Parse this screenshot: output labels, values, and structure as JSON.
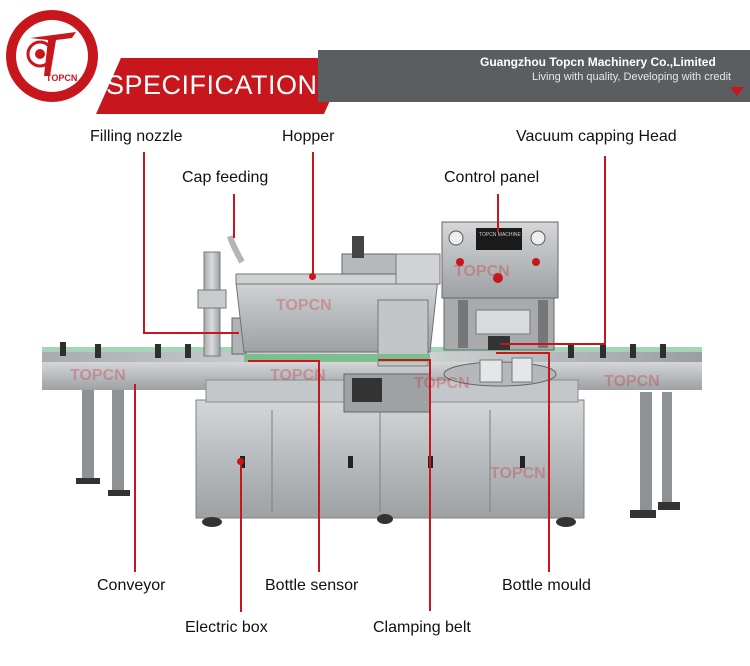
{
  "header": {
    "logo_text": "TOPCN",
    "section_title": "SPECIFICATION",
    "company_name": "Guangzhou Topcn Machinery Co.,Limited",
    "slogan": "Living with quality, Developing with credit"
  },
  "machine": {
    "watermark": "TOPCN",
    "panel_brand": "TOPCN MACHINE"
  },
  "labels": {
    "filling_nozzle": "Filling nozzle",
    "hopper": "Hopper",
    "vacuum_capping_head": "Vacuum capping Head",
    "cap_feeding": "Cap feeding",
    "control_panel": "Control panel",
    "conveyor": "Conveyor",
    "bottle_sensor": "Bottle sensor",
    "bottle_mould": "Bottle mould",
    "electric_box": "Electric box",
    "clamping_belt": "Clamping belt"
  },
  "colors": {
    "brand_red": "#c8161d",
    "header_gray": "#5b5e60",
    "steel": "#b9bcbe"
  }
}
